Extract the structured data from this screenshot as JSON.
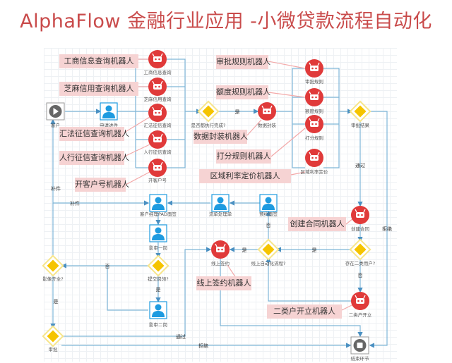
{
  "title": "AlphaFlow 金融行业应用 -小微贷款流程自动化",
  "colors": {
    "title": "#c94b4b",
    "robot": "#e03a3a",
    "gateway_fill": "#f5c400",
    "gateway_border": "#f7e58a",
    "user_task": "#1e9be0",
    "edge": "#7fb6d8",
    "callout_bg": "#f6d3d3",
    "callout_line": "#f3a9a9"
  },
  "nodes": {
    "start": {
      "label": "客户",
      "icon": "play-icon"
    },
    "apply": {
      "label": "申请进件",
      "icon": "user-icon"
    },
    "biz_query": {
      "label": "工商信息查询",
      "icon": "robot-icon"
    },
    "zhima_query": {
      "label": "芝麻信用查询",
      "icon": "robot-icon"
    },
    "huifa_query": {
      "label": "汇法征信查询",
      "icon": "robot-icon"
    },
    "pboc_query": {
      "label": "人行征信查询",
      "icon": "robot-icon"
    },
    "open_account": {
      "label": "开客户号",
      "icon": "robot-icon"
    },
    "all_done": {
      "label": "是否都执行完成?",
      "icon": "gateway-icon"
    },
    "data_pack": {
      "label": "数据封装",
      "icon": "robot-icon"
    },
    "approve_rule": {
      "label": "审批规则",
      "icon": "robot-icon"
    },
    "quota_rule": {
      "label": "额度规则",
      "icon": "robot-icon"
    },
    "score_rule": {
      "label": "打分规则",
      "icon": "robot-icon"
    },
    "rate_pricing": {
      "label": "区域利率定价",
      "icon": "robot-icon"
    },
    "approve_result": {
      "label": "审批结果",
      "icon": "gateway-icon"
    },
    "create_contract": {
      "label": "创建合同",
      "icon": "robot-icon"
    },
    "has_class2": {
      "label": "存在二类用户?",
      "icon": "gateway-icon"
    },
    "open_class2": {
      "label": "二类户开立",
      "icon": "robot-icon"
    },
    "online_flow": {
      "label": "线上自动化流程?",
      "icon": "gateway-icon"
    },
    "online_sign": {
      "label": "线上签约",
      "icon": "robot-icon"
    },
    "visit": {
      "label": "预约面签",
      "icon": "user-icon"
    },
    "review_list": {
      "label": "流单处理单",
      "icon": "user-icon"
    },
    "pad_sign": {
      "label": "客户经理PAD面签",
      "icon": "user-icon"
    },
    "audit1": {
      "label": "影审一岗",
      "icon": "user-icon"
    },
    "submit_gate": {
      "label": "提交岗领?",
      "icon": "gateway-icon"
    },
    "audit2": {
      "label": "影审二岗",
      "icon": "user-icon"
    },
    "image_ok": {
      "label": "影像齐全?",
      "icon": "gateway-icon"
    },
    "review_gate": {
      "label": "审批",
      "icon": "gateway-icon"
    },
    "end": {
      "label": "结束环节",
      "icon": "stop-icon"
    }
  },
  "edge_labels": {
    "yes": "是",
    "no": "否",
    "pass": "通过",
    "reject": "拒绝",
    "supplement": "补件"
  },
  "callouts": [
    {
      "id": "biz",
      "text": "工商信息查询机器人"
    },
    {
      "id": "zhima",
      "text": "芝麻信用查询机器人"
    },
    {
      "id": "huifa",
      "text": "汇法征信查询机器人"
    },
    {
      "id": "pboc",
      "text": "人行征信查询机器人"
    },
    {
      "id": "open",
      "text": "开客户号机器人"
    },
    {
      "id": "approve",
      "text": "审批规则机器人"
    },
    {
      "id": "quota",
      "text": "额度规则机器人"
    },
    {
      "id": "datapack",
      "text": "数据封装机器人"
    },
    {
      "id": "score",
      "text": "打分规则机器人"
    },
    {
      "id": "rate",
      "text": "区域利率定价机器人"
    },
    {
      "id": "contract",
      "text": "创建合同机器人"
    },
    {
      "id": "sign",
      "text": "线上签约机器人"
    },
    {
      "id": "class2",
      "text": "二类户开立机器人"
    }
  ]
}
